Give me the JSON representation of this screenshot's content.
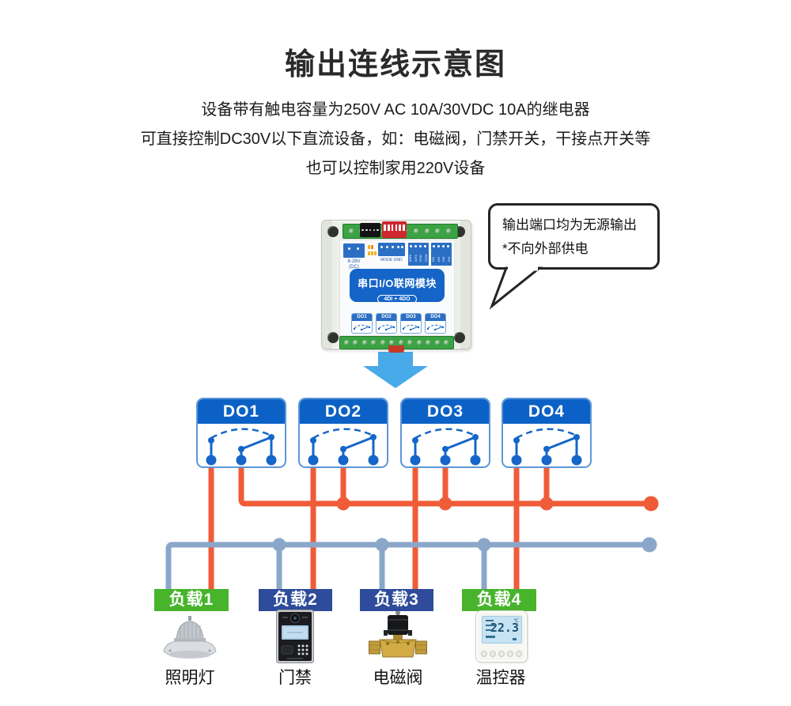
{
  "page": {
    "title": "输出连线示意图"
  },
  "description": {
    "line1": "设备带有触电容量为250V AC 10A/30VDC 10A的继电器",
    "line2": "可直接控制DC30V以下直流设备，如：电磁阀，门禁开关，干接点开关等",
    "line3": "也可以控制家用220V设备"
  },
  "callout": {
    "line1": "输出端口均为无源输出",
    "line2": "*不向外部供电"
  },
  "device": {
    "name_label": "串口I/O联网模块",
    "badge": "4DI + 4DO",
    "power_label_line1": "8-28V",
    "power_label_line2": "(DC)",
    "mode_label": "MODE",
    "gnd_label": "GND",
    "terminal_labels": [
      "B/RX",
      "A/TX",
      "GND",
      "COM",
      "DI1",
      "DI2",
      "DI3",
      "DI4"
    ],
    "do_port_labels": [
      "DO1",
      "DO2",
      "DO3",
      "DO4"
    ]
  },
  "do_boxes": [
    {
      "label": "DO1"
    },
    {
      "label": "DO2"
    },
    {
      "label": "DO3"
    },
    {
      "label": "DO4"
    }
  ],
  "loads": [
    {
      "label": "负载1",
      "variant": "green",
      "caption": "照明灯"
    },
    {
      "label": "负载2",
      "variant": "navy",
      "caption": "门禁"
    },
    {
      "label": "负载3",
      "variant": "navy",
      "caption": "电磁阀"
    },
    {
      "label": "负载4",
      "variant": "green",
      "caption": "温控器"
    }
  ],
  "thermostat": {
    "reading": "22.3",
    "unit": "℃"
  },
  "colors": {
    "wire-live": "#f05b38",
    "wire-neutral": "#8aa7c9",
    "do-header": "#0b61c5",
    "do-border": "#5b97d8",
    "relay": "#1566c8",
    "load-green": "#47b42c",
    "load-navy": "#2e4c9b",
    "arrow-blue": "#49aae9"
  }
}
